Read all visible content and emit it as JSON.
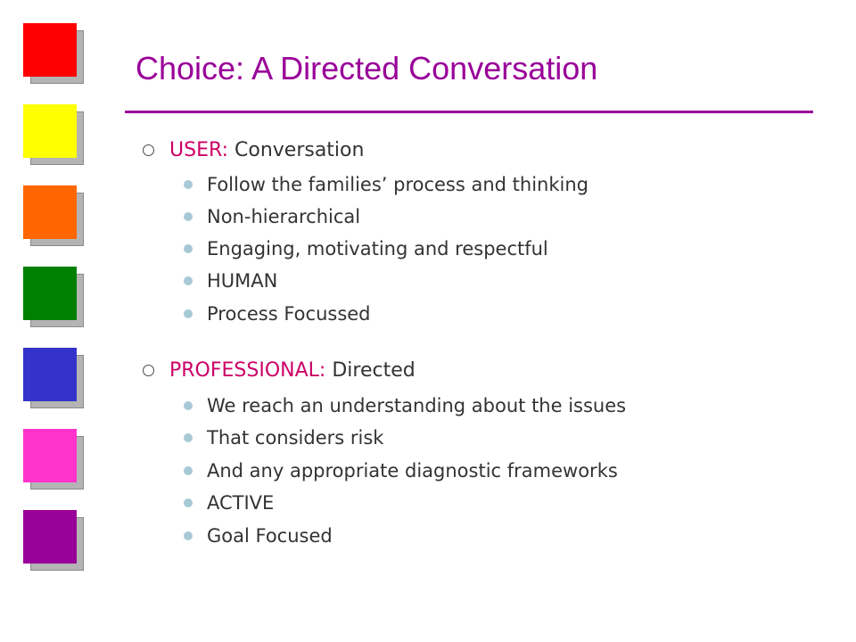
{
  "slide": {
    "title": "Choice: A Directed Conversation",
    "accent_color": "#990099",
    "decor_square_colors": [
      "#ff0000",
      "#ffff00",
      "#ff6600",
      "#008000",
      "#3333cc",
      "#ff33cc",
      "#990099"
    ],
    "sections": [
      {
        "role": "USER:",
        "rest": " Conversation",
        "points": [
          "Follow the families’ process and thinking",
          "Non-hierarchical",
          "Engaging, motivating and respectful",
          "HUMAN",
          "Process Focussed"
        ]
      },
      {
        "role": "PROFESSIONAL:",
        "rest": " Directed",
        "points": [
          "We reach an understanding about the issues",
          "That considers risk",
          "And any appropriate diagnostic frameworks",
          "ACTIVE",
          "Goal Focused"
        ]
      }
    ]
  }
}
